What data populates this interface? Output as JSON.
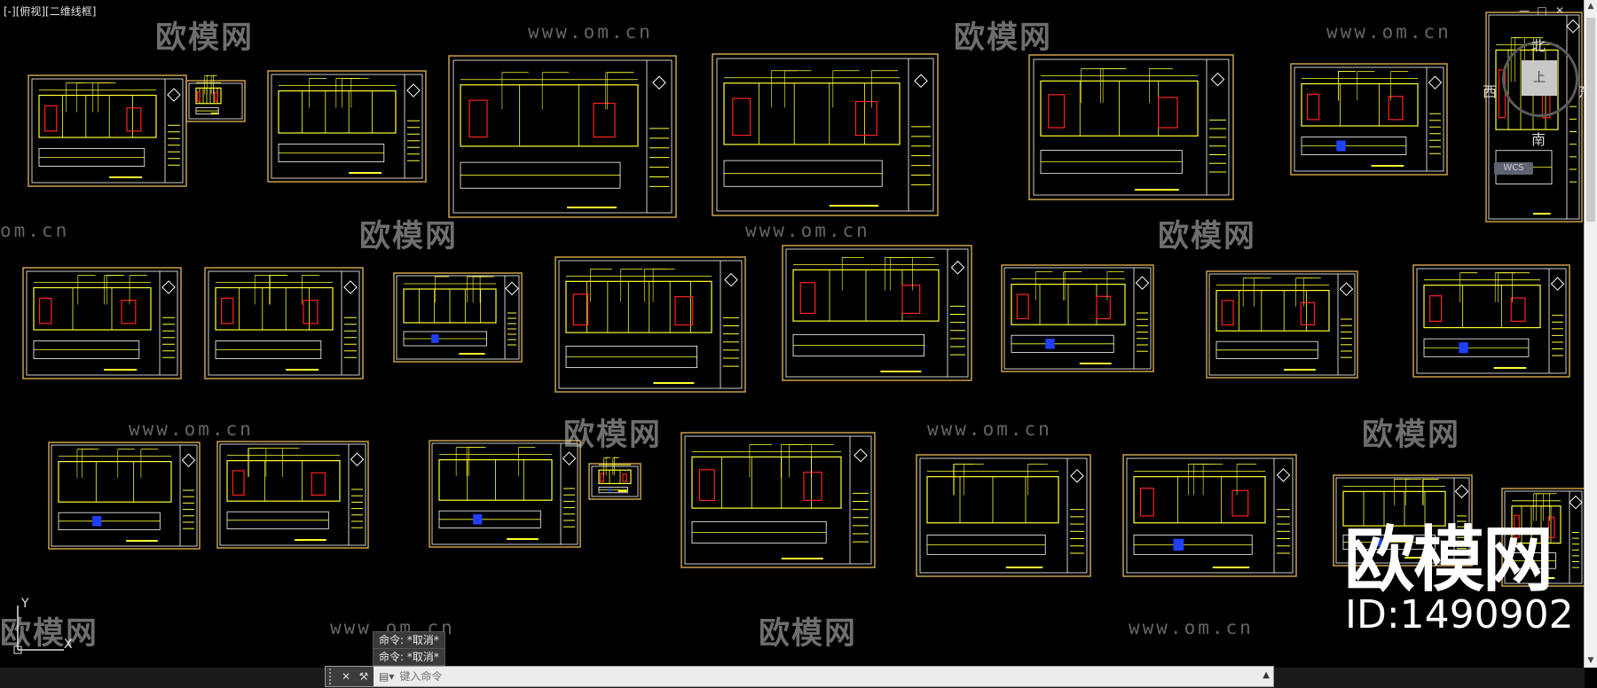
{
  "viewport": {
    "label": "[-][俯视][二维线框]"
  },
  "view_cube": {
    "north": "北",
    "south": "南",
    "east": "东",
    "west": "西",
    "top": "上",
    "wcs": "WCS"
  },
  "ucs": {
    "x": "X",
    "y": "Y"
  },
  "watermarks": {
    "brand": "欧模网",
    "url": "www.om.cn",
    "url_partial": "om.cn",
    "big_brand": "欧模网",
    "id": "ID:1490902"
  },
  "command": {
    "history": [
      "命令: *取消*",
      "命令: *取消*"
    ],
    "placeholder": "键入命令"
  },
  "colors": {
    "frame": "#c9a04a",
    "line": "#ffff33",
    "accent_red": "#ff2020",
    "accent_blue": "#2040ff",
    "white": "#ffffff"
  },
  "window_buttons": [
    "minimize",
    "restore",
    "close"
  ]
}
